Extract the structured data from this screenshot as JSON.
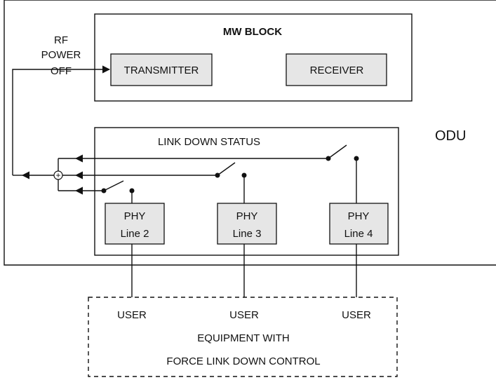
{
  "odu_label": "ODU",
  "rf_label": {
    "line1": "RF",
    "line2": "POWER",
    "line3": "OFF"
  },
  "mw_block": {
    "title": "MW BLOCK",
    "transmitter": "TRANSMITTER",
    "receiver": "RECEIVER"
  },
  "link_block": {
    "title": "LINK DOWN STATUS",
    "phy": [
      {
        "name": "PHY",
        "line": "Line 2"
      },
      {
        "name": "PHY",
        "line": "Line 3"
      },
      {
        "name": "PHY",
        "line": "Line 4"
      }
    ]
  },
  "summing_junction_symbol": "+",
  "user_equipment": {
    "users": [
      "USER",
      "USER",
      "USER"
    ],
    "line1": "EQUIPMENT WITH",
    "line2": "FORCE LINK DOWN CONTROL"
  },
  "colors": {
    "stroke": "#111111",
    "box_fill": "#e6e6e6",
    "background": "#ffffff"
  }
}
